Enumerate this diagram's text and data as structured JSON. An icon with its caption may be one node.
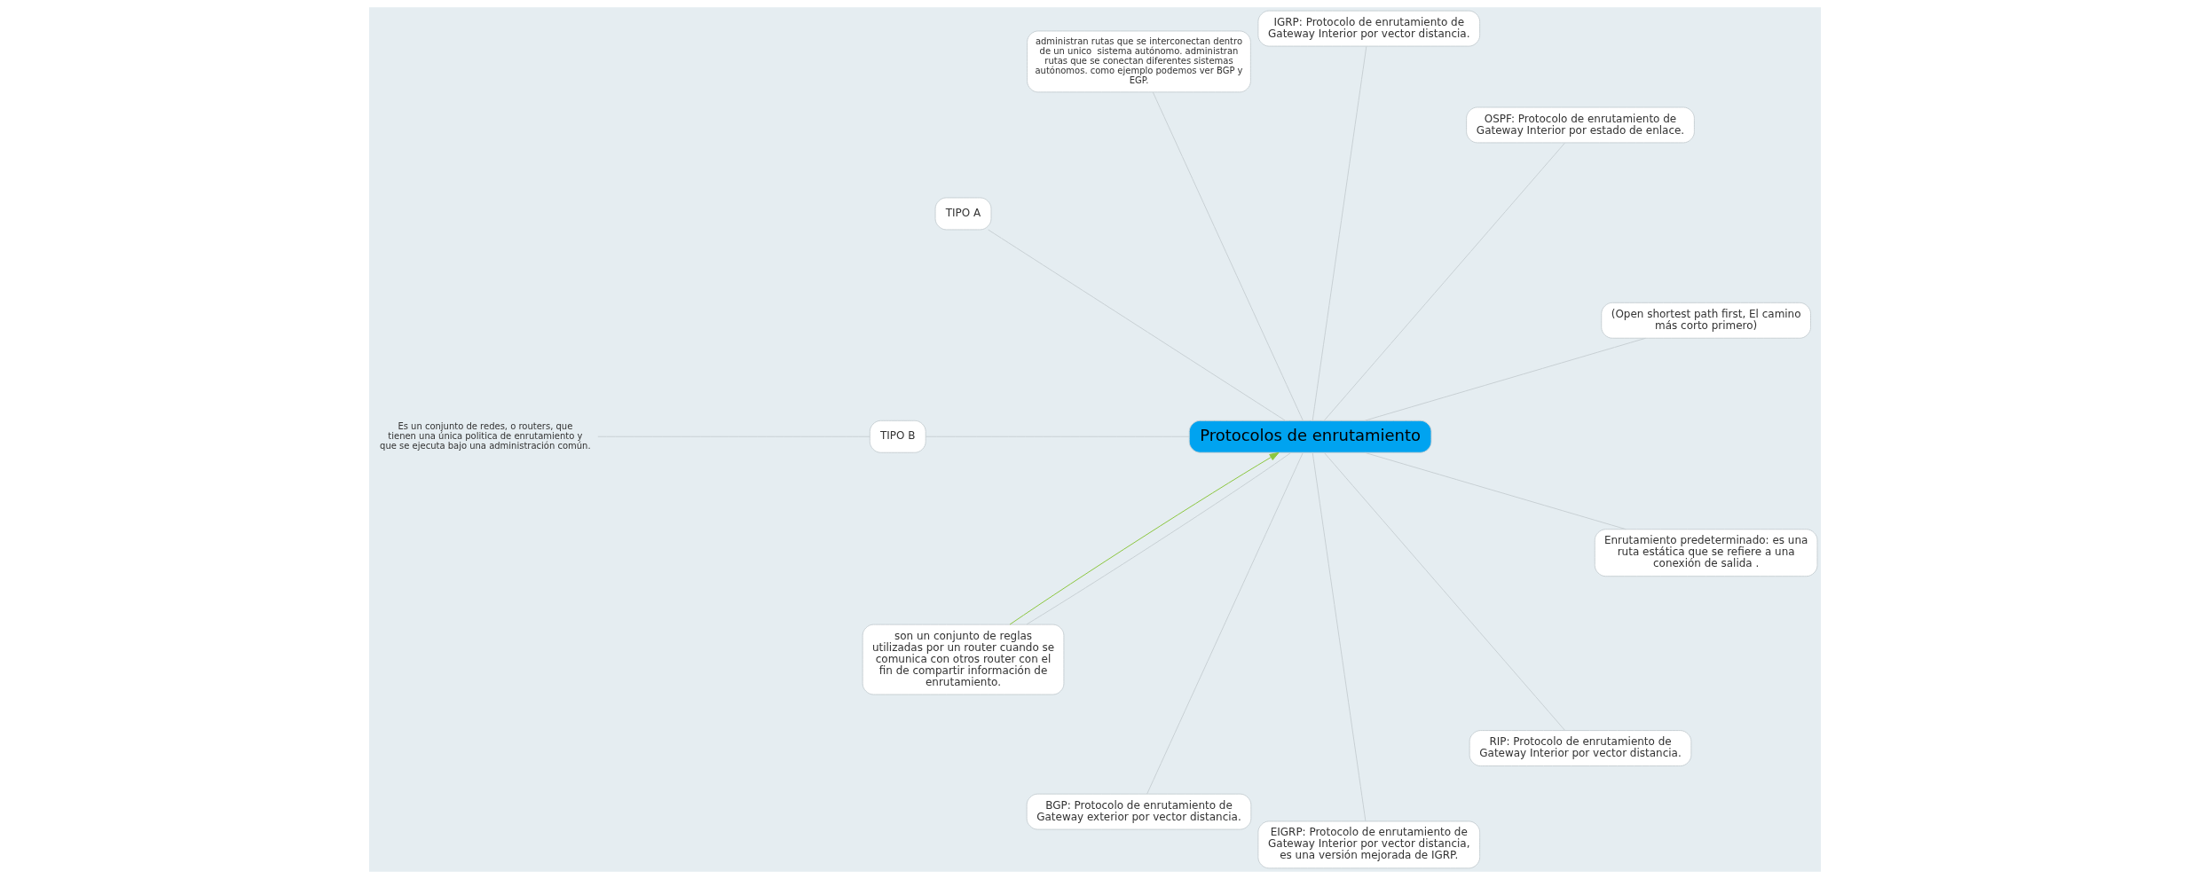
{
  "diagram": {
    "nodes": [
      {
        "text": [
          "Protocolos de enrutamiento"
        ]
      },
      {
        "text": [
          "(Open shortest path first, El camino más corto primero)"
        ]
      },
      {
        "text": [
          "OSPF: Protocolo de enrutamiento de Gateway Interior por estado de enlace."
        ]
      },
      {
        "text": [
          "IGRP: Protocolo de enrutamiento de Gateway Interior por vector distancia."
        ]
      },
      {
        "text": [
          "administran rutas que se interconectan dentro de un unico  sistema autónomo. administran rutas que se conectan diferentes sistemas autónomos. como ejemplo podemos ver BGP y EGP."
        ]
      },
      {
        "text": [
          "TIPO A"
        ]
      },
      {
        "text": [
          "TIPO B"
        ]
      },
      {
        "text": [
          "Es un conjunto de redes, o routers, que tienen una única politica de enrutamiento y que se ejecuta bajo una administración común."
        ]
      },
      {
        "text": [
          "son un conjunto de reglas utilizadas por un router cuando se comunica con otros router con el fin de compartir información de enrutamiento."
        ]
      },
      {
        "text": [
          "BGP: Protocolo de enrutamiento de Gateway exterior por vector distancia."
        ]
      },
      {
        "text": [
          "EIGRP: Protocolo de enrutamiento de Gateway Interior por vector distancia, es una versión mejorada de IGRP."
        ]
      },
      {
        "text": [
          "RIP: Protocolo de enrutamiento de Gateway Interior por vector distancia."
        ]
      },
      {
        "text": [
          "Enrutamiento predeterminado: es una ruta estática que se refiere a una conexión de salida ."
        ]
      }
    ],
    "edges": [
      {
        "from": 0,
        "to": 1,
        "arrow": "none"
      },
      {
        "from": 0,
        "to": 2,
        "arrow": "none"
      },
      {
        "from": 0,
        "to": 3,
        "arrow": "none"
      },
      {
        "from": 0,
        "to": 4,
        "arrow": "none"
      },
      {
        "from": 0,
        "to": 5,
        "arrow": "none"
      },
      {
        "from": 0,
        "to": 6,
        "arrow": "none"
      },
      {
        "from": 6,
        "to": 7,
        "arrow": "none"
      },
      {
        "from": 0,
        "to": 8,
        "arrow": "none"
      },
      {
        "from": 8,
        "to": 0,
        "arrow": "to",
        "color": "#8cc63f"
      },
      {
        "from": 0,
        "to": 9,
        "arrow": "none"
      },
      {
        "from": 0,
        "to": 10,
        "arrow": "none"
      },
      {
        "from": 0,
        "to": 11,
        "arrow": "none"
      },
      {
        "from": 0,
        "to": 12,
        "arrow": "none"
      }
    ]
  }
}
